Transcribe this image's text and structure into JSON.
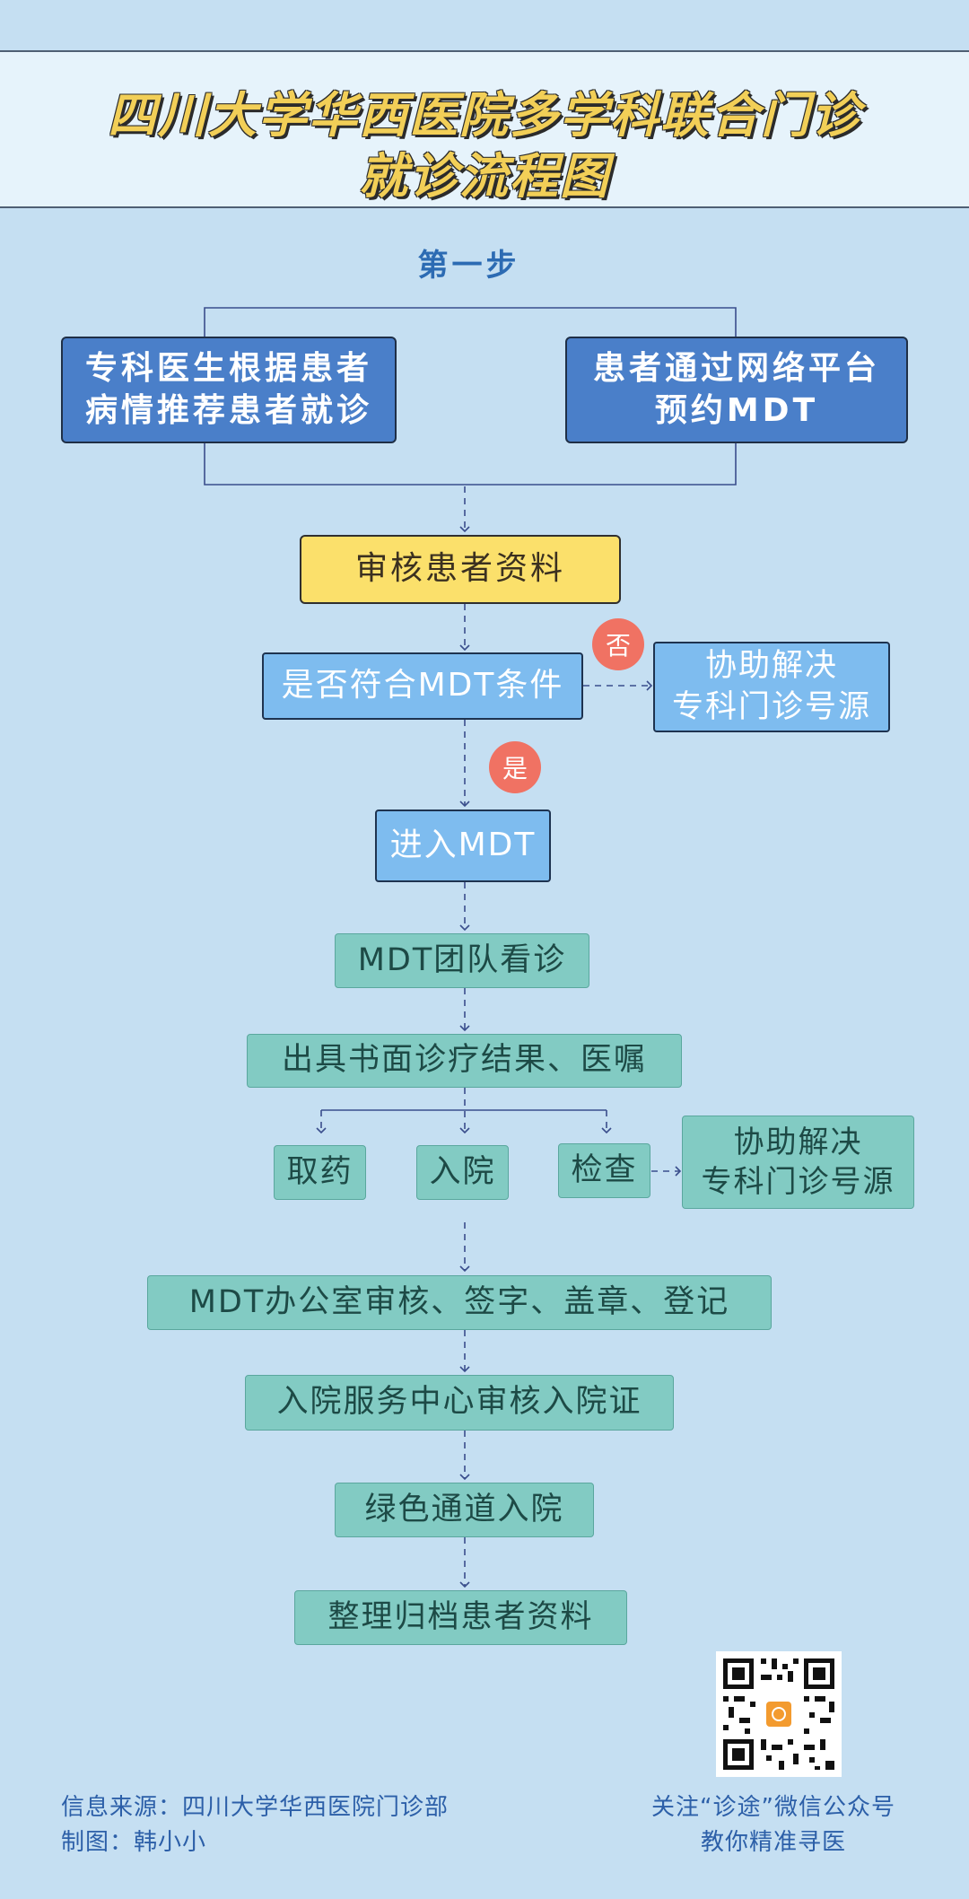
{
  "header": {
    "title_line1": "四川大学华西医院多学科联合门诊",
    "title_line2": "就诊流程图"
  },
  "step_title": "第一步",
  "nodes": {
    "doctor_recommend": "专科医生根据患者\n病情推荐患者就诊",
    "online_booking": "患者通过网络平台\n预约MDT",
    "review_materials": "审核患者资料",
    "check_condition": "是否符合MDT条件",
    "assist_resolve_1": "协助解决\n专科门诊号源",
    "enter_mdt": "进入MDT",
    "team_consult": "MDT团队看诊",
    "issue_results": "出具书面诊疗结果、医嘱",
    "take_medicine": "取药",
    "admission": "入院",
    "examination": "检查",
    "assist_resolve_2": "协助解决\n专科门诊号源",
    "mdt_office": "MDT办公室审核、签字、盖章、登记",
    "admission_center": "入院服务中心审核入院证",
    "green_channel": "绿色通道入院",
    "archive": "整理归档患者资料"
  },
  "badges": {
    "no": "否",
    "yes": "是"
  },
  "footer": {
    "source": "信息来源：四川大学华西医院门诊部",
    "author": "制图：韩小小",
    "follow": "关注“诊途”微信公众号",
    "slogan": "教你精准寻医"
  },
  "colors": {
    "background": "#c5dff2",
    "title_yellow": "#f2cf57",
    "dark_blue_box": "#4a7fc9",
    "yellow_box": "#fbe06b",
    "light_blue_box": "#7ebcef",
    "teal_box": "#82cbc3",
    "badge_red": "#f07263",
    "connector": "#3a4e8c"
  },
  "icons": {
    "qr_code": "qr-code-icon"
  }
}
